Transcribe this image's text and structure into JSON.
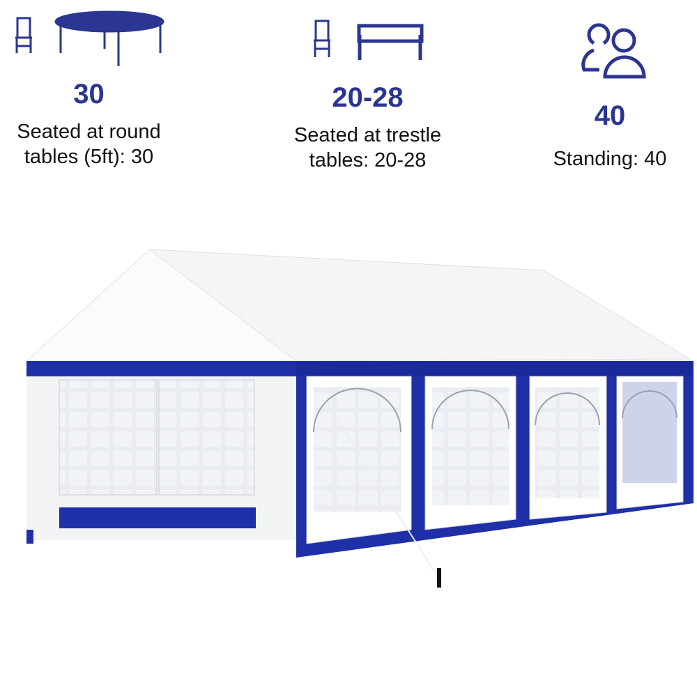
{
  "capacities": [
    {
      "icon": "round-table-chair-icon",
      "value": "30",
      "caption_line1": "Seated at round",
      "caption_line2": "tables (5ft): 30"
    },
    {
      "icon": "trestle-table-chair-icon",
      "value": "20-28",
      "caption_line1": "Seated at trestle",
      "caption_line2": "tables: 20-28"
    },
    {
      "icon": "people-icon",
      "value": "40",
      "caption_line1": "Standing: 40",
      "caption_line2": ""
    }
  ],
  "colors": {
    "accent": "#2b3690",
    "tent_blue": "#1f2fa8",
    "text": "#111111"
  }
}
